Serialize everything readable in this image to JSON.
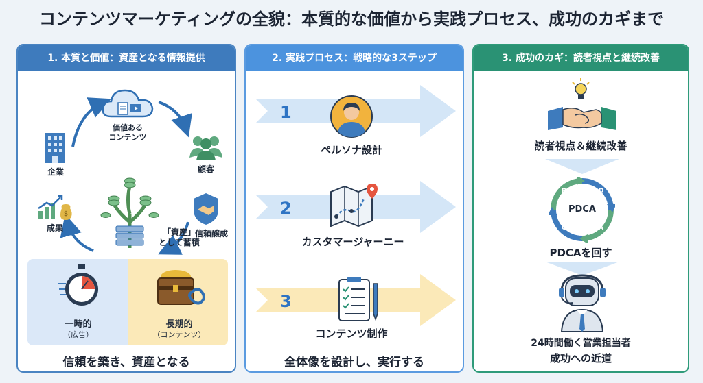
{
  "title": "コンテンツマーケティングの全貌：本質的な価値から実践プロセス、成功のカギまで",
  "panel1": {
    "header": "1. 本質と価値：資産となる情報提供",
    "cycle": {
      "content_label": "価値ある\nコンテンツ",
      "customer_label": "顧客",
      "company_label": "企業",
      "results_label": "成果",
      "asset_label": "「資産」\nとして蓄積",
      "trust_label": "信頼醸成"
    },
    "compare": {
      "short_term": "一時的",
      "short_term_sub": "（広告）",
      "long_term": "長期的",
      "long_term_sub": "（コンテンツ）"
    },
    "footer": "信頼を築き、資産となる"
  },
  "panel2": {
    "header": "2. 実践プロセス：戦略的な3ステップ",
    "steps": [
      {
        "num": "1",
        "label": "ペルソナ設計"
      },
      {
        "num": "2",
        "label": "カスタマージャーニー"
      },
      {
        "num": "3",
        "label": "コンテンツ制作"
      }
    ],
    "footer": "全体像を設計し、実行する"
  },
  "panel3": {
    "header": "3. 成功のカギ：読者視点と継続改善",
    "item1": "読者視点＆継続改善",
    "pdca_center": "PDCA",
    "pdca_letters": [
      "P",
      "D",
      "C",
      "A"
    ],
    "item2": "PDCAを回す",
    "item3_line1": "24時間働く営業担当者",
    "item3_line2": "成功への近道"
  },
  "colors": {
    "panel1_accent": "#3e7bbd",
    "panel2_accent": "#4c93de",
    "panel3_accent": "#2a9274",
    "arrow_blue": "#d4e6f7",
    "arrow_yellow": "#fbe9b8"
  }
}
